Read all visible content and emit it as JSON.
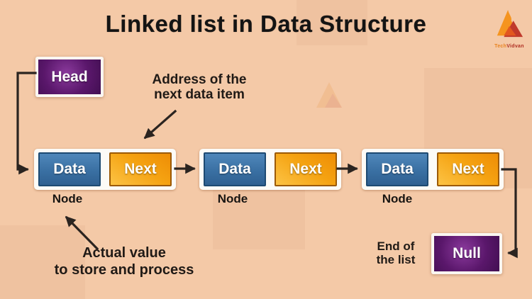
{
  "title": "Linked list in Data Structure",
  "logo": {
    "icon": "techvidvan-flame-triangle",
    "text_part1": "Tech",
    "text_part2": "Vidvan"
  },
  "head": {
    "label": "Head"
  },
  "null_terminator": {
    "label": "Null"
  },
  "nodes": [
    {
      "data_label": "Data",
      "next_label": "Next",
      "caption": "Node"
    },
    {
      "data_label": "Data",
      "next_label": "Next",
      "caption": "Node"
    },
    {
      "data_label": "Data",
      "next_label": "Next",
      "caption": "Node"
    }
  ],
  "annotations": {
    "address_line1": "Address of the",
    "address_line2": "next data item",
    "actual_line1": "Actual value",
    "actual_line2": "to store and process",
    "end_line1": "End of",
    "end_line2": "the list"
  },
  "colors": {
    "background": "#f4c9a7",
    "title_text": "#141414",
    "pointer_purple": "#5a176b",
    "data_blue": "#3a70a3",
    "next_orange": "#f5a312",
    "arrow": "#2b2420",
    "node_shell": "#fcfbf7"
  }
}
